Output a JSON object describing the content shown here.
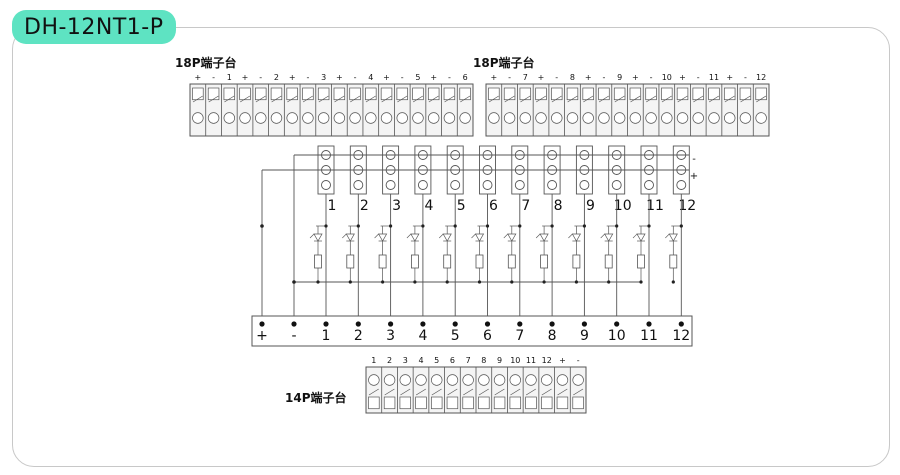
{
  "model": "DH-12NT1-P",
  "terminal_blocks": {
    "top_left": {
      "label": "18P端子台",
      "pins": [
        "+",
        "-",
        "1",
        "+",
        "-",
        "2",
        "+",
        "-",
        "3",
        "+",
        "-",
        "4",
        "+",
        "-",
        "5",
        "+",
        "-",
        "6"
      ]
    },
    "top_right": {
      "label": "18P端子台",
      "pins": [
        "+",
        "-",
        "7",
        "+",
        "-",
        "8",
        "+",
        "-",
        "9",
        "+",
        "-",
        "10",
        "+",
        "-",
        "11",
        "+",
        "-",
        "12"
      ]
    },
    "bottom": {
      "label": "14P端子台",
      "pins": [
        "1",
        "2",
        "3",
        "4",
        "5",
        "6",
        "7",
        "8",
        "9",
        "10",
        "11",
        "12",
        "+",
        "-"
      ]
    }
  },
  "sensor_connectors": {
    "numbers": [
      "1",
      "2",
      "3",
      "4",
      "5",
      "6",
      "7",
      "8",
      "9",
      "10",
      "11",
      "12"
    ],
    "minus": "-",
    "plus": "+"
  },
  "main_terminal": {
    "labels": [
      "+",
      "-",
      "1",
      "2",
      "3",
      "4",
      "5",
      "6",
      "7",
      "8",
      "9",
      "10",
      "11",
      "12"
    ]
  }
}
